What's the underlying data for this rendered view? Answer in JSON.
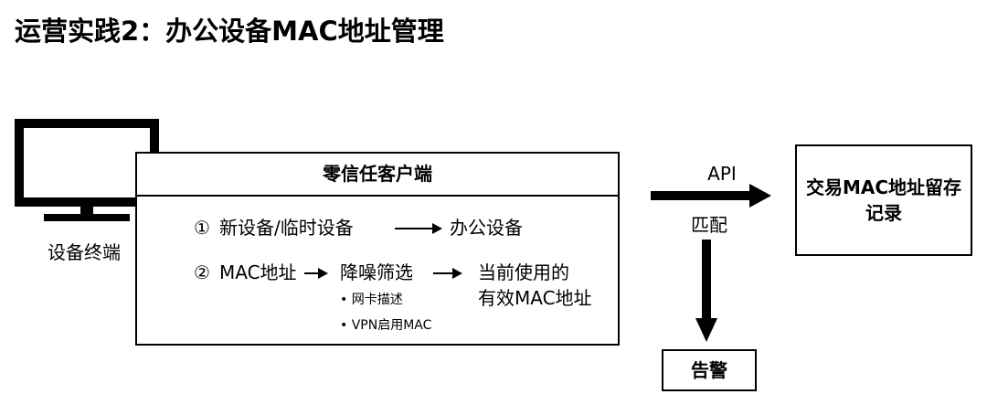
{
  "title": "运营实践2：办公设备MAC地址管理",
  "device_label": "设备终端",
  "client": {
    "header": "零信任客户端",
    "step1": {
      "number": "①",
      "from": "新设备/临时设备",
      "to": "办公设备"
    },
    "step2": {
      "number": "②",
      "from": "MAC地址",
      "middle": "降噪筛选",
      "middle_bullets": [
        "• 网卡描述",
        "• VPN启用MAC"
      ],
      "result_line1": "当前使用的",
      "result_line2": "有效MAC地址"
    }
  },
  "api_label": "API",
  "match_label": "匹配",
  "record_box": "交易MAC地址留存\n记录",
  "alert_box": "告警"
}
